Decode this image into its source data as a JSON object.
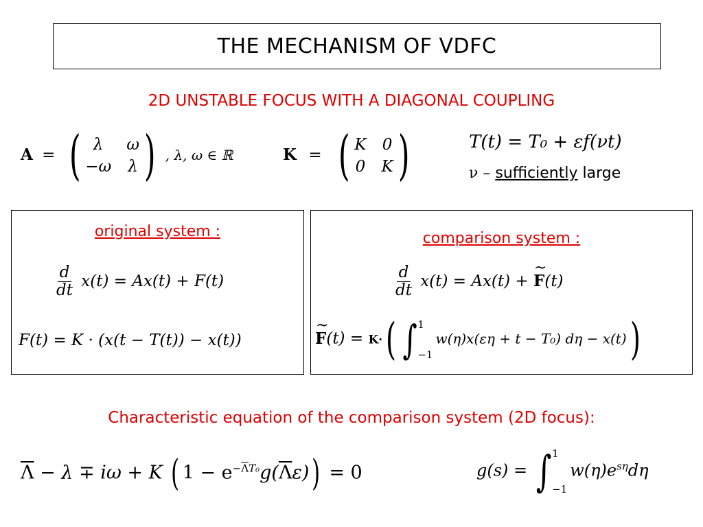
{
  "title": "THE MECHANISM OF VDFC",
  "subtitle": "2D UNSTABLE FOCUS WITH A DIAGONAL COUPLING",
  "matrix_A": {
    "lhs": "A",
    "eq": "=",
    "cells": [
      "λ",
      "ω",
      "−ω",
      "λ"
    ],
    "condition": ",   λ, ω ∈ ℝ"
  },
  "matrix_K": {
    "lhs": "K",
    "eq": "=",
    "cells": [
      "K",
      "0",
      "0",
      "K"
    ]
  },
  "delay_formula": "T(t) = T₀ + εf(νt)",
  "nu_note": {
    "symbol": "ν –",
    "emph": "sufficiently",
    "rest": "large"
  },
  "original_panel": {
    "label": "original system :",
    "eq1_rhs": "x(t) = Ax(t) + F(t)",
    "eq1_d": "d",
    "eq1_dt": "dt",
    "eq2": "F(t) = K · (x(t − T(t)) − x(t))"
  },
  "comparison_panel": {
    "label": "comparison system :",
    "eq1_d": "d",
    "eq1_dt": "dt",
    "eq1_rhs_a": "x(t) = Ax(t) + ",
    "eq1_F": "F",
    "eq1_rhs_b": "(t)",
    "eq2_F": "F",
    "eq2_a": "(t) = ",
    "eq2_K": "K·",
    "eq2_upper": "1",
    "eq2_lower": "−1",
    "eq2_integrand": "w(η)x(εη + t − T₀) dη − x(t)"
  },
  "char_heading": "Characteristic equation of the comparison system (2D focus):",
  "char_eq": {
    "lam": "Λ",
    "a": " − λ ∓ iω + K",
    "b": "1 − e",
    "exp_lam": "Λ",
    "exp_T": "T₀",
    "c": "g(",
    "c_lam": "Λ",
    "d": "ε)",
    "e": " = 0"
  },
  "g_def": {
    "lhs": "g(s) = ",
    "upper": "1",
    "lower": "−1",
    "a": "w(η)e",
    "exp": "sη",
    "b": "dη"
  }
}
